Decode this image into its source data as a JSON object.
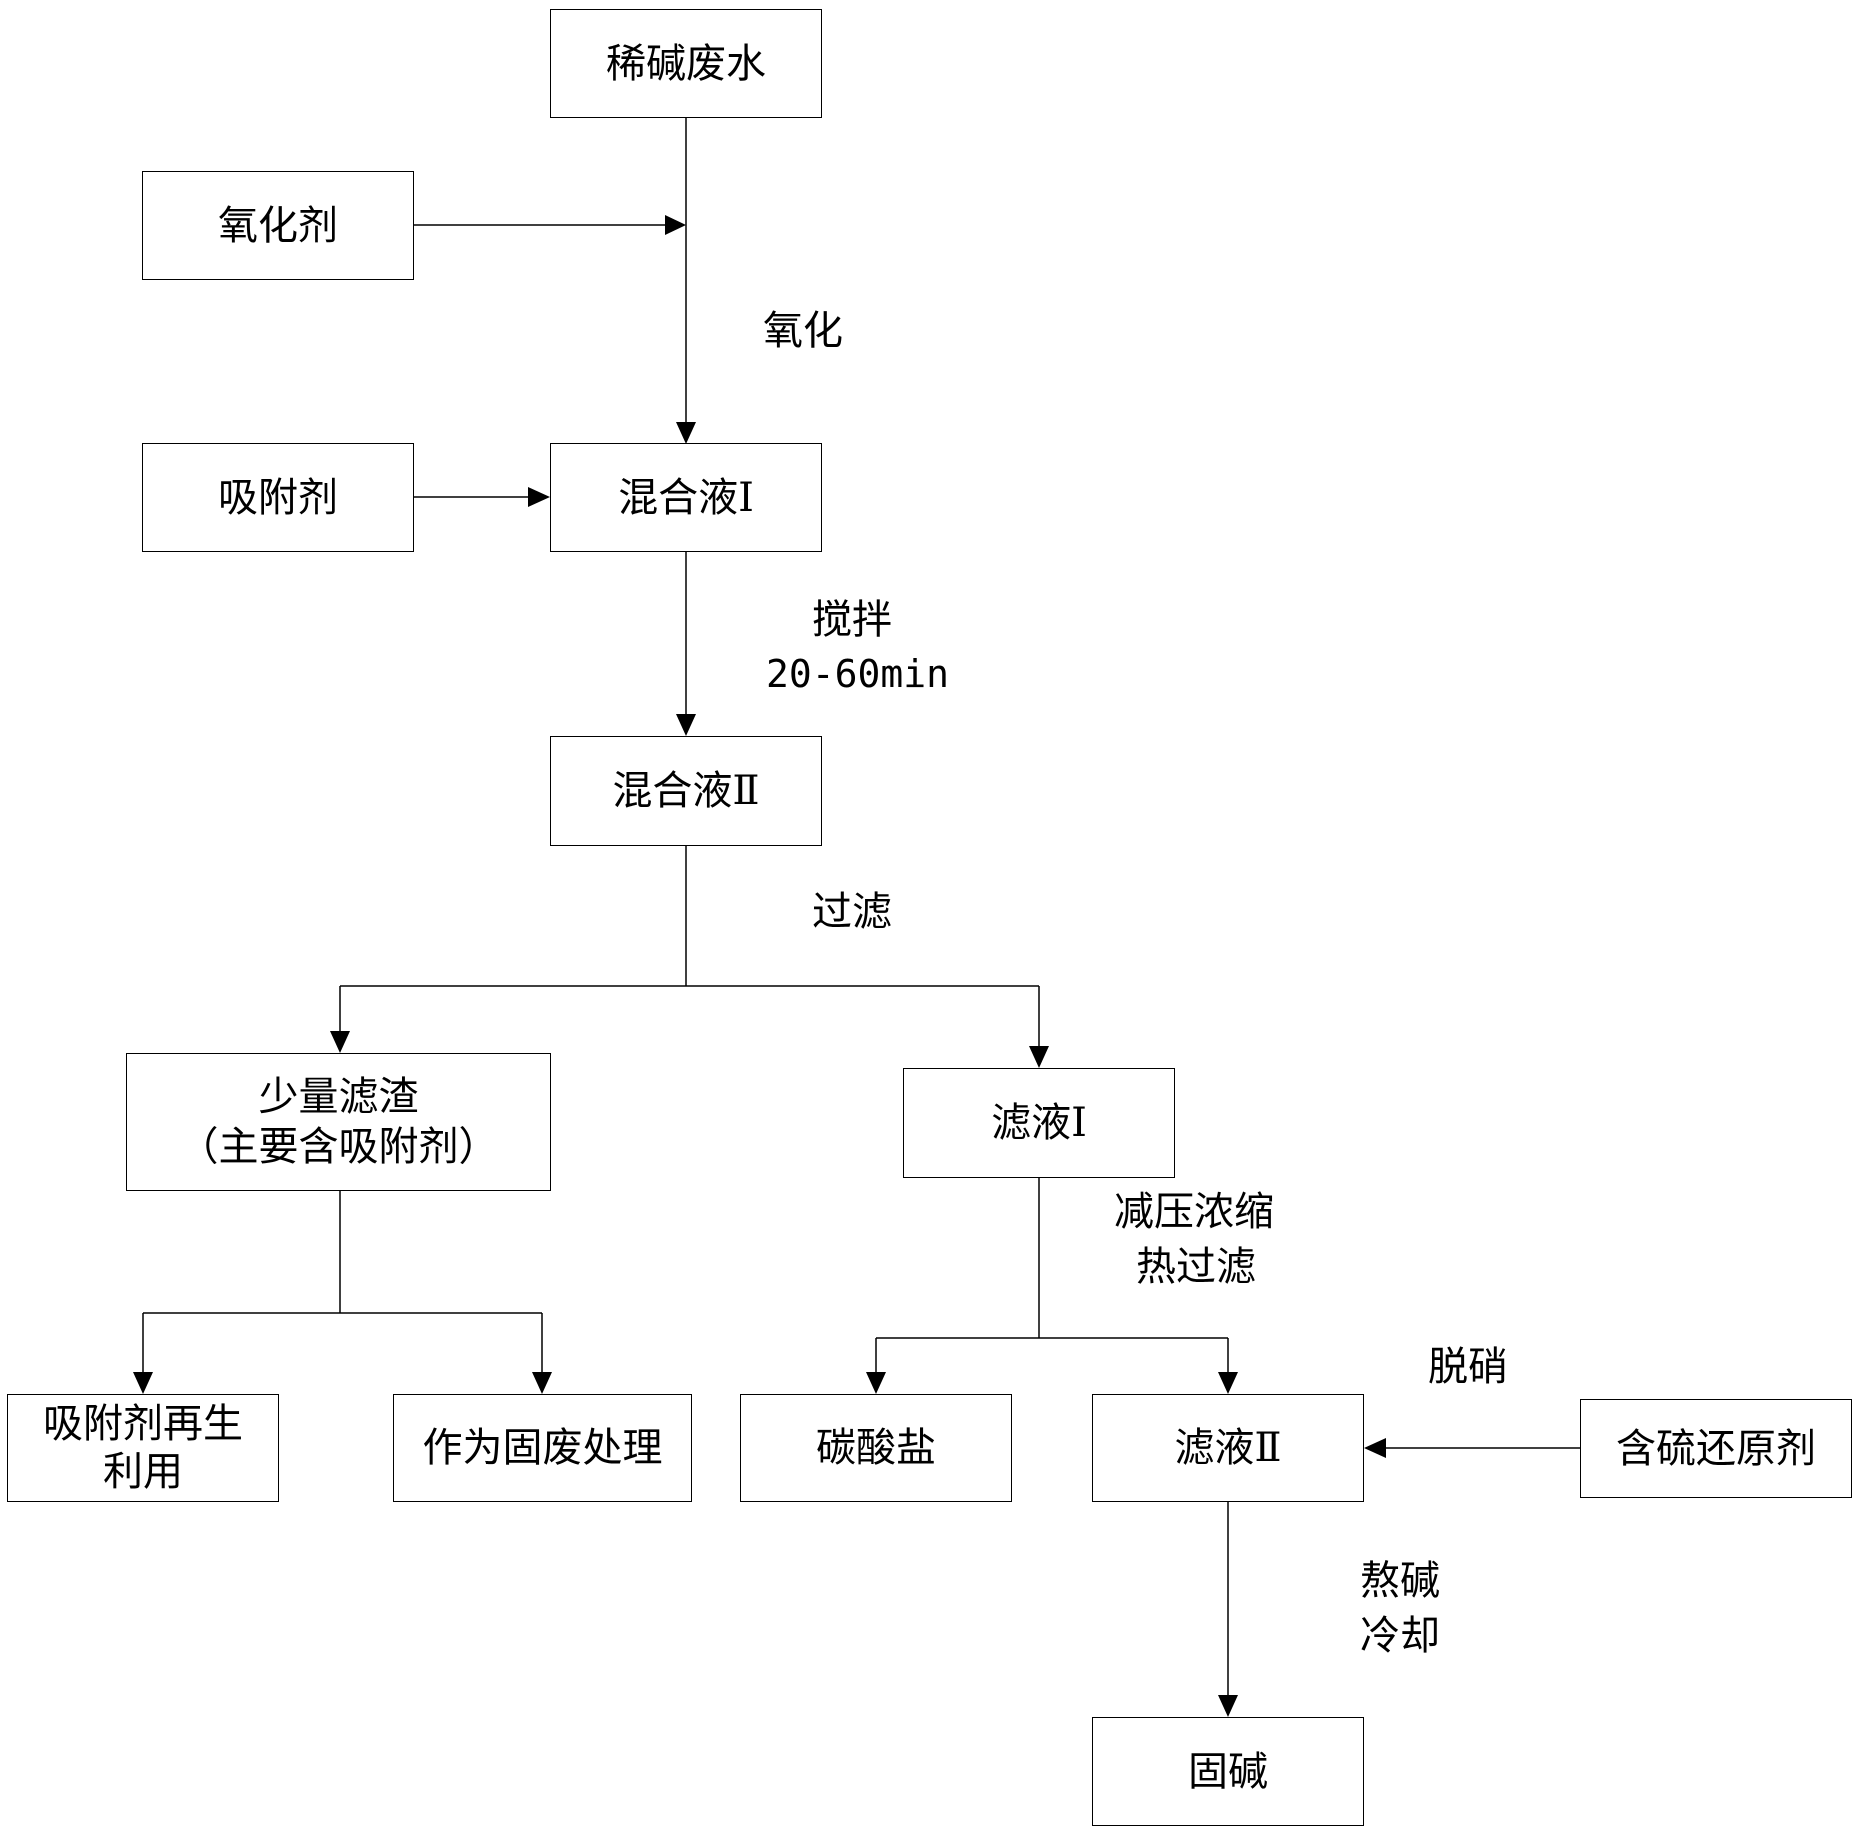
{
  "nodes": {
    "dilute_alkali": "稀碱废水",
    "oxidant": "氧化剂",
    "adsorbent": "吸附剂",
    "mix1": "混合液Ⅰ",
    "mix2": "混合液Ⅱ",
    "residue_line1": "少量滤渣",
    "residue_line2": "（主要含吸附剂）",
    "filtrate1": "滤液Ⅰ",
    "regen_line1": "吸附剂再生",
    "regen_line2": "利用",
    "solid_waste": "作为固废处理",
    "carbonate": "碳酸盐",
    "filtrate2": "滤液Ⅱ",
    "sulfur_reductant": "含硫还原剂",
    "solid_alkali": "固碱"
  },
  "labels": {
    "oxidation": "氧化",
    "stir_line1": "搅拌",
    "stir_line2": "20-60min",
    "filter": "过滤",
    "concentrate_line1": "减压浓缩",
    "concentrate_line2": "热过滤",
    "denitrate": "脱硝",
    "boil_line1": "熬碱",
    "boil_line2": "冷却"
  }
}
